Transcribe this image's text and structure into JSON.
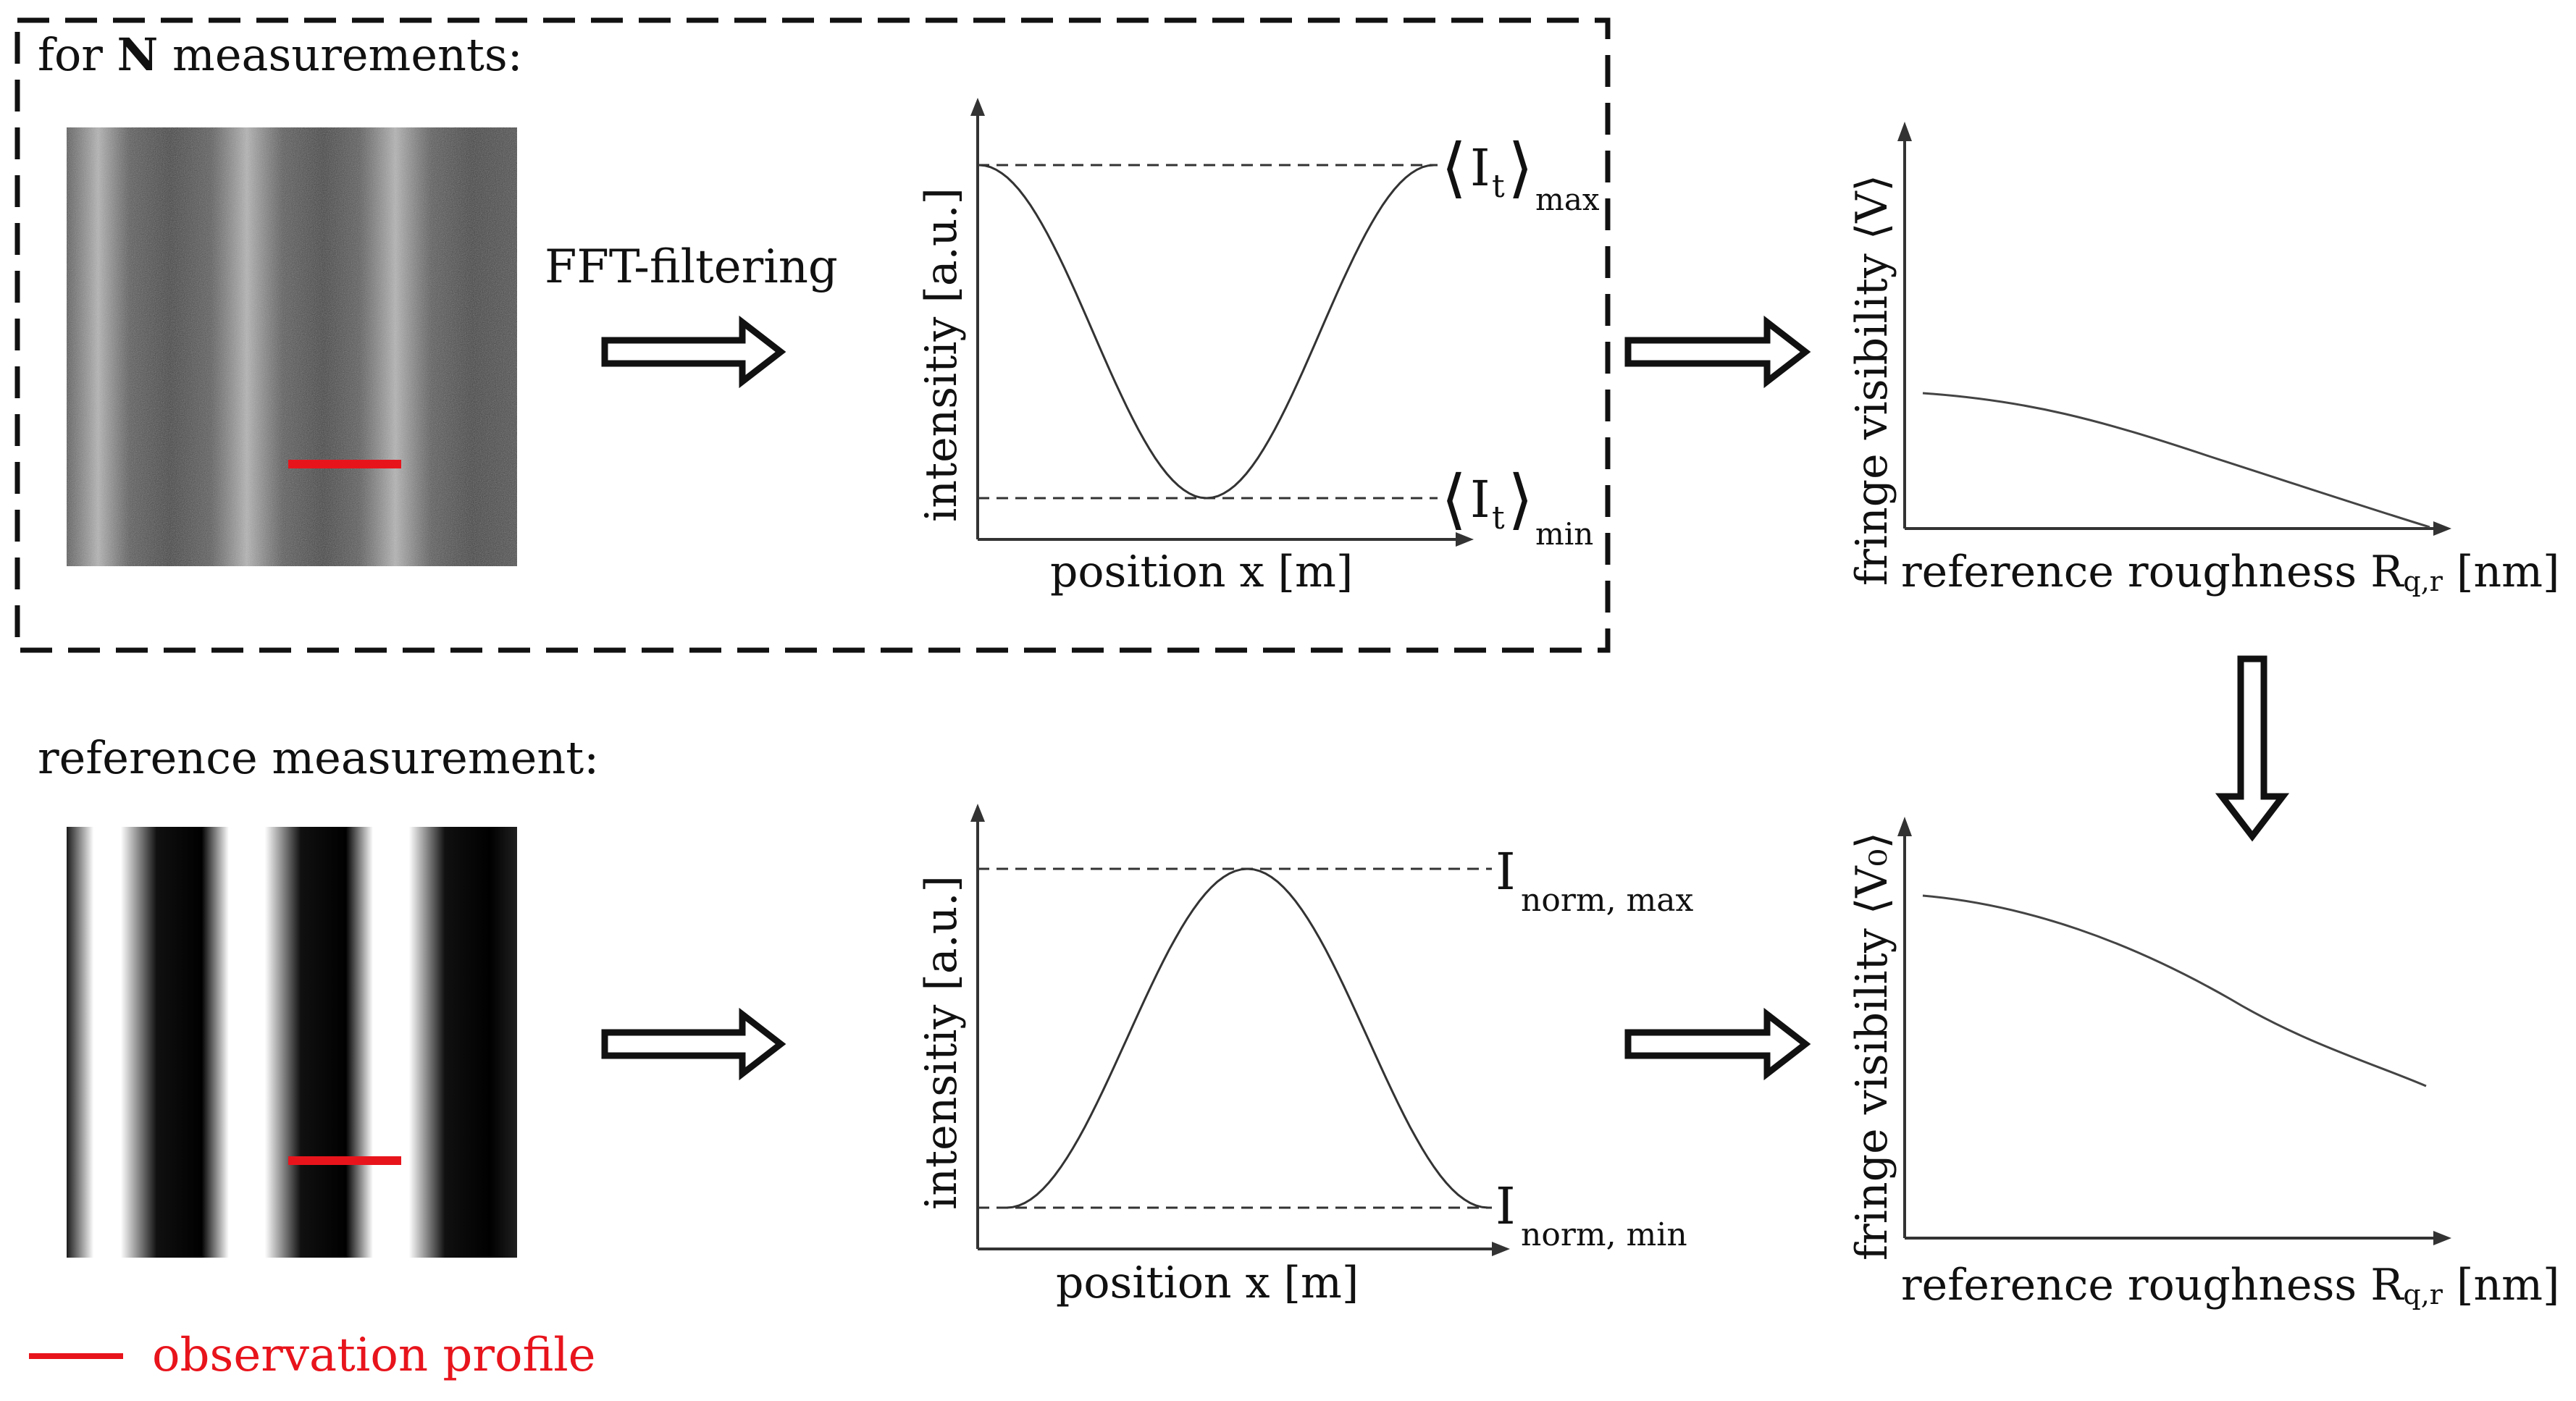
{
  "top": {
    "header_prefix": "for",
    "header_bold": "N",
    "header_suffix": "measurements:",
    "fft_label": "FFT-filtering",
    "profile_plot": {
      "ylabel": "intensitiy [a.u.]",
      "xlabel": "position x  [m]",
      "max_label_main": "I",
      "max_label_sub_t": "t",
      "max_label_sub": "max",
      "min_label_main": "I",
      "min_label_sub_t": "t",
      "min_label_sub": "min"
    },
    "visibility_plot": {
      "ylabel": "fringe visibility ⟨V⟩",
      "xlabel_main": "reference roughness R",
      "xlabel_sub": "q,r",
      "xlabel_unit": " [nm]"
    }
  },
  "bottom": {
    "header": "reference measurement:",
    "profile_plot": {
      "ylabel": "intensitiy [a.u.]",
      "xlabel": "position x  [m]",
      "max_label_main": "I",
      "max_label_sub": "norm, max",
      "min_label_main": "I",
      "min_label_sub": "norm, min"
    },
    "visibility_plot": {
      "ylabel": "fringe visibility ⟨V₀⟩",
      "xlabel_main": "reference roughness R",
      "xlabel_sub": "q,r",
      "xlabel_unit": " [nm]"
    }
  },
  "legend": {
    "label": "observation profile",
    "color": "#e8141c"
  },
  "colors": {
    "profile_red": "#e8141c",
    "line": "#333333"
  }
}
